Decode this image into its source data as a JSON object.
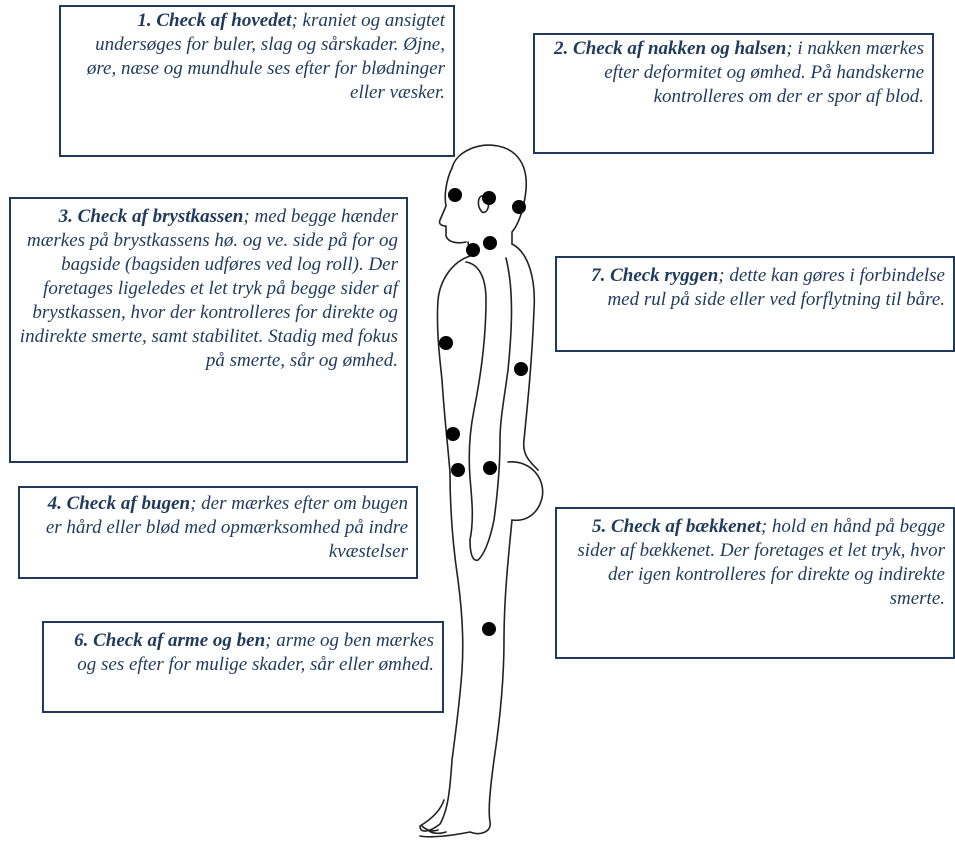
{
  "colors": {
    "box_border": "#1f3a5c",
    "text": "#1f3a5c",
    "markers": "#000000"
  },
  "boxes": {
    "head": {
      "title": "1. Check af hovedet",
      "text": "; kraniet og ansigtet undersøges for buler, slag og sårskader. Øjne, øre, næse og mundhule ses efter for blødninger eller væsker."
    },
    "neck": {
      "title": "2. Check af nakken og halsen",
      "text": "; i nakken mærkes efter deformitet og ømhed. På handskerne kontrolleres om der er spor af blod."
    },
    "chest": {
      "title": "3. Check af brystkassen",
      "text": "; med begge hænder mærkes på brystkassens hø. og ve. side på for og bagside (bagsiden udføres ved log roll). Der foretages ligeledes et let tryk på begge sider af brystkassen, hvor der kontrolleres for direkte og indirekte smerte, samt stabilitet. Stadig med fokus på smerte, sår og ømhed."
    },
    "abdomen": {
      "title": "4. Check af bugen",
      "text": "; der mærkes efter om bugen er hård eller blød med opmærksomhed på indre kvæstelser"
    },
    "limbs": {
      "title": "6. Check af arme og ben",
      "text": "; arme og ben mærkes og ses efter for mulige skader, sår eller ømhed."
    },
    "pelvis": {
      "title": "5. Check af bækkenet",
      "text": "; hold en hånd på begge sider af bækkenet. Der foretages et let tryk, hvor der igen kontrolleres for direkte og indirekte smerte."
    },
    "back": {
      "title": "7. Check ryggen",
      "text": "; dette kan gøres i forbindelse med rul på side eller ved forflytning til båre."
    }
  }
}
